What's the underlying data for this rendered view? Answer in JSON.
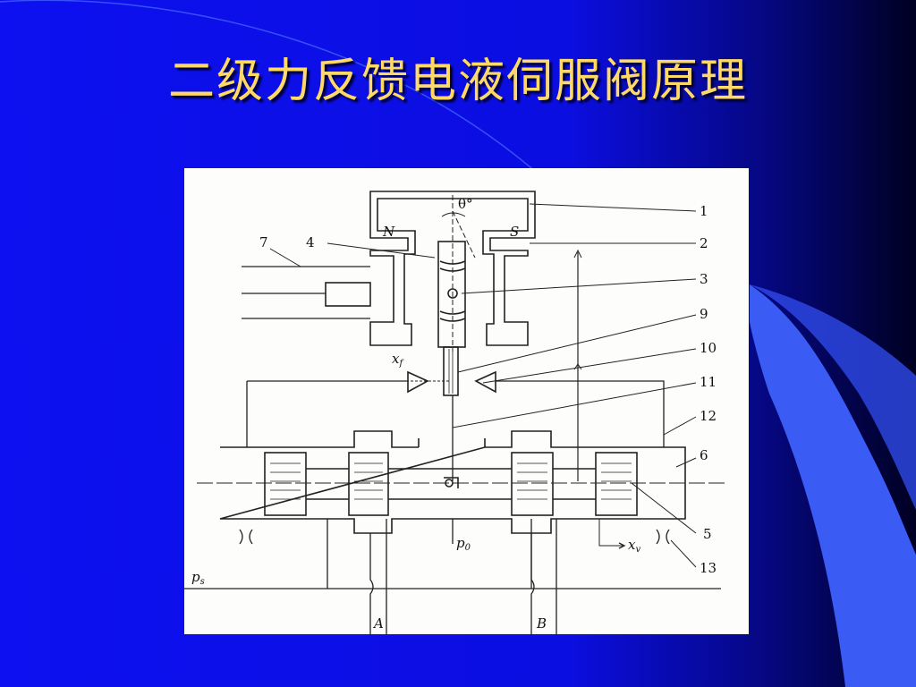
{
  "slide": {
    "title": "二级力反馈电液伺服阀原理",
    "colors": {
      "background": "#0f13ee",
      "title": "#ffd966",
      "accent": "#3366ff",
      "corner": "#000033"
    }
  },
  "diagram": {
    "callouts": [
      "1",
      "2",
      "3",
      "4",
      "5",
      "6",
      "7",
      "9",
      "10",
      "11",
      "12",
      "13"
    ],
    "symbols": {
      "theta": "θ°",
      "north": "N",
      "south": "S",
      "xf": "x",
      "xf_sub": "f",
      "xv": "x",
      "xv_sub": "v",
      "p0": "p",
      "p0_sub": "0",
      "ps": "p",
      "ps_sub": "s",
      "port_a": "A",
      "port_b": "B"
    }
  }
}
